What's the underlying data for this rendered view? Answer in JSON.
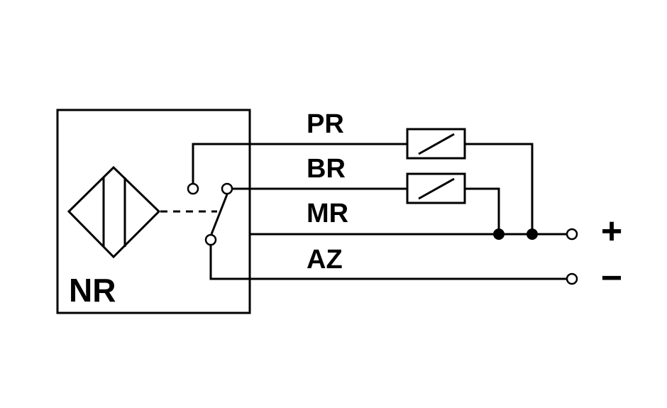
{
  "device": {
    "label": "NR"
  },
  "wires": [
    {
      "label": "PR"
    },
    {
      "label": "BR"
    },
    {
      "label": "MR"
    },
    {
      "label": "AZ"
    }
  ],
  "supply": {
    "positive": "+",
    "negative": "−"
  },
  "colors": {
    "line": "#000000",
    "background": "#ffffff"
  }
}
